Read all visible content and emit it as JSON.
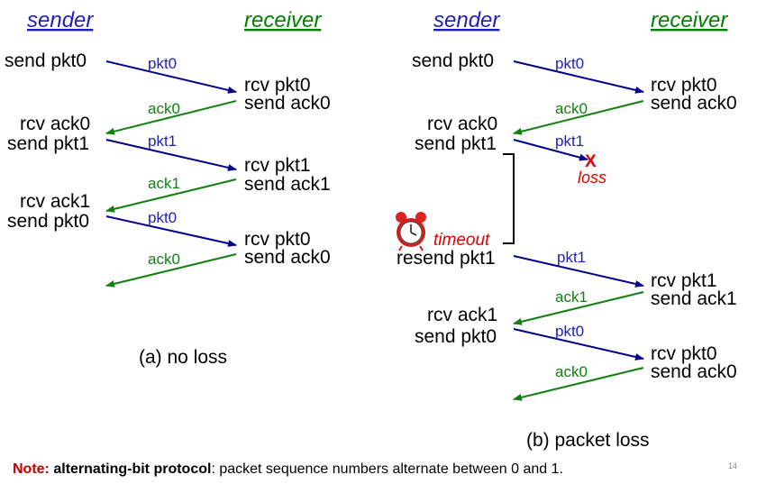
{
  "colors": {
    "sender_header": "#1f1fb8",
    "receiver_header": "#008000",
    "pkt_arrow": "#00008b",
    "ack_arrow": "#118011",
    "loss": "#e00000"
  },
  "left": {
    "sender_header": "sender",
    "receiver_header": "receiver",
    "sender_events": [
      "send pkt0",
      "rcv ack0",
      "send pkt1",
      "rcv ack1",
      "send pkt0"
    ],
    "receiver_events": [
      "rcv pkt0",
      "send ack0",
      "rcv pkt1",
      "send ack1",
      "rcv pkt0",
      "send ack0"
    ],
    "messages": [
      "pkt0",
      "ack0",
      "pkt1",
      "ack1",
      "pkt0",
      "ack0"
    ],
    "caption": "(a) no loss"
  },
  "right": {
    "sender_header": "sender",
    "receiver_header": "receiver",
    "sender_events": [
      "send pkt0",
      "rcv ack0",
      "send pkt1",
      "resend pkt1",
      "rcv ack1",
      "send pkt0"
    ],
    "receiver_events": [
      "rcv pkt0",
      "send ack0",
      "rcv pkt1",
      "send ack1",
      "rcv pkt0",
      "send ack0"
    ],
    "messages": [
      "pkt0",
      "ack0",
      "pkt1",
      "pkt1",
      "ack1",
      "pkt0",
      "ack0"
    ],
    "loss_mark": "X",
    "loss_label": "loss",
    "timeout_label": "timeout",
    "timer_icon": "alarm-clock-icon",
    "caption": "(b) packet loss"
  },
  "footer": {
    "note_label": "Note:",
    "note_bold": "alternating-bit protocol",
    "note_text": ": packet sequence numbers alternate between 0 and 1.",
    "page_number": "14"
  }
}
